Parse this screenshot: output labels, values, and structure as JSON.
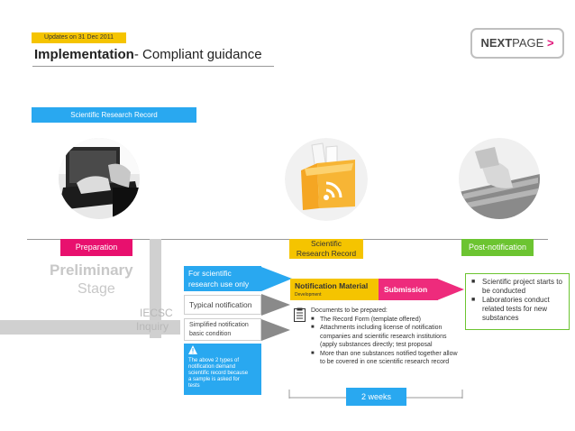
{
  "header": {
    "update_badge": "Updates on 31 Dec 2011",
    "title_bold": "Implementation",
    "title_rest": "- Compliant guidance",
    "next_bold": "NEXT",
    "next_rest": "PAGE",
    "next_arrow": ">"
  },
  "section_label": "Scientific Research Record",
  "phases": {
    "preparation": "Preparation",
    "scientific_line1": "Scientific",
    "scientific_line2": "Research Record",
    "post": "Post-notification"
  },
  "stage": {
    "preliminary_line1": "Preliminary",
    "preliminary_line2": "Stage",
    "iecsc_line1": "IECSC",
    "iecsc_line2": "Inquiry"
  },
  "options": {
    "scientific_line1": "For scientific",
    "scientific_line2": "research use only",
    "typical": "Typical notification",
    "simplified_line1": "Simplified notification",
    "simplified_line2": "basic condition",
    "warning_lines": [
      "The above 2 types of",
      "notification demand",
      "scientific record because",
      "a sample is asked for",
      "tests"
    ]
  },
  "notification": {
    "material": "Notification Material",
    "material_sub": "Development",
    "submission": "Submission"
  },
  "documents": {
    "heading": "Documents to be prepared:",
    "items": [
      "The Record Form (template offered)",
      "Attachments including  license of notification companies and scientific research institutions (apply substances directly; test proposal",
      "More than one substances notified together allow to be covered in one scientific research record"
    ]
  },
  "post_items": [
    "Scientific project starts to be conducted",
    "Laboratories conduct related tests for new substances"
  ],
  "duration": "2 weeks",
  "colors": {
    "blue": "#29a8f0",
    "yellow": "#f5c400",
    "pink": "#e8106e",
    "green": "#6cc431"
  }
}
